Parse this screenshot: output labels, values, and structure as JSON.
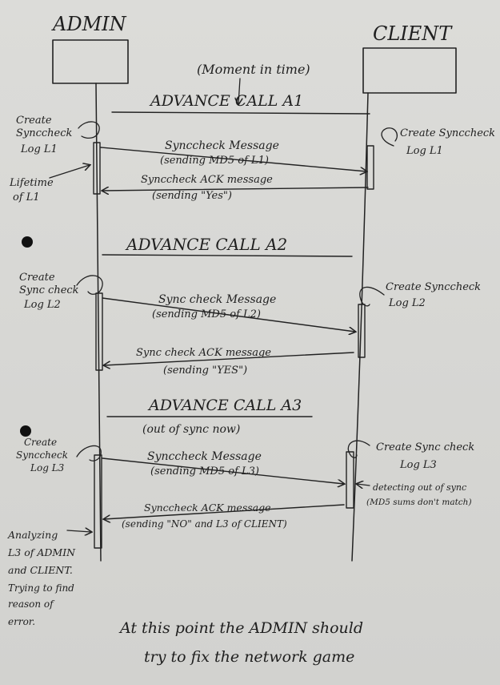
{
  "actors": {
    "admin": "ADMIN",
    "client": "CLIENT"
  },
  "moment_label": "(Moment in time)",
  "calls": [
    {
      "title": "ADVANCE CALL A1",
      "subtitle": "",
      "admin_note": [
        "Create",
        "Synccheck",
        "Log L1"
      ],
      "client_note": [
        "Create Synccheck",
        "Log L1"
      ],
      "message": [
        "Synccheck Message",
        "(sending MD5 of L1)"
      ],
      "ack": [
        "Synccheck ACK message",
        "(sending \"Yes\")"
      ]
    },
    {
      "title": "ADVANCE CALL A2",
      "subtitle": "",
      "admin_note": [
        "Create",
        "Sync check",
        "Log L2"
      ],
      "client_note": [
        "Create Synccheck",
        "Log L2"
      ],
      "message": [
        "Sync check Message",
        "(sending MD5 of L2)"
      ],
      "ack": [
        "Sync check ACK message",
        "(sending \"YES\")"
      ]
    },
    {
      "title": "ADVANCE CALL A3",
      "subtitle": "(out of sync now)",
      "admin_note": [
        "Create",
        "Synccheck",
        "Log L3"
      ],
      "client_note": [
        "Create Sync check",
        "Log L3"
      ],
      "message": [
        "Synccheck Message",
        "(sending MD5 of L3)"
      ],
      "ack": [
        "Synccheck ACK message",
        "(sending \"NO\" and L3 of CLIENT)"
      ]
    }
  ],
  "lifetime_note": [
    "Lifetime",
    "of L1"
  ],
  "detect_note": [
    "detecting out of sync",
    "(MD5 sums don't match)"
  ],
  "analyze_note": [
    "Analyzing",
    "L3 of ADMIN",
    "and CLIENT.",
    "Trying to find",
    "reason of",
    "error."
  ],
  "conclusion": [
    "At this point the ADMIN should",
    "try to fix the network game"
  ]
}
